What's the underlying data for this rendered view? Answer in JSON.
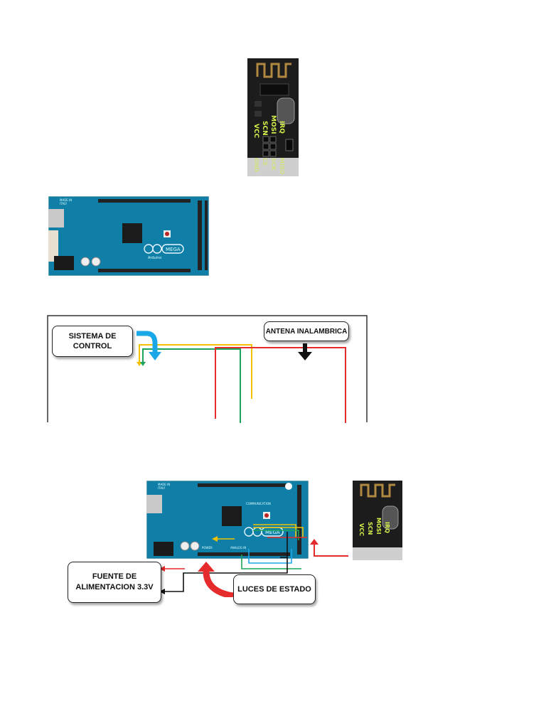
{
  "module": {
    "pins_top": [
      "IRQ",
      "MOSI",
      "SCN",
      "VCC"
    ],
    "pins_bottom": [
      "MISO",
      "SCK",
      "CE",
      "GND"
    ]
  },
  "board": {
    "logo_text": "MEGA",
    "brand": "Arduino",
    "made_in": "MADE IN",
    "country": "ITALY",
    "power_label": "POWER",
    "analog_label": "ANALOG IN",
    "comm_label": "COMMUNICATION"
  },
  "wiring": {
    "control_label": "SISTEMA DE CONTROL",
    "antenna_label": "ANTENA INALAMBRICA",
    "colors": {
      "yellow": "#f2c200",
      "green": "#1aa55a",
      "red": "#e52b2b",
      "blue": "#19a7e8"
    }
  },
  "assembly": {
    "power_label": "FUENTE DE ALIMENTACION 3.3V",
    "status_label": "LUCES DE ESTADO"
  }
}
